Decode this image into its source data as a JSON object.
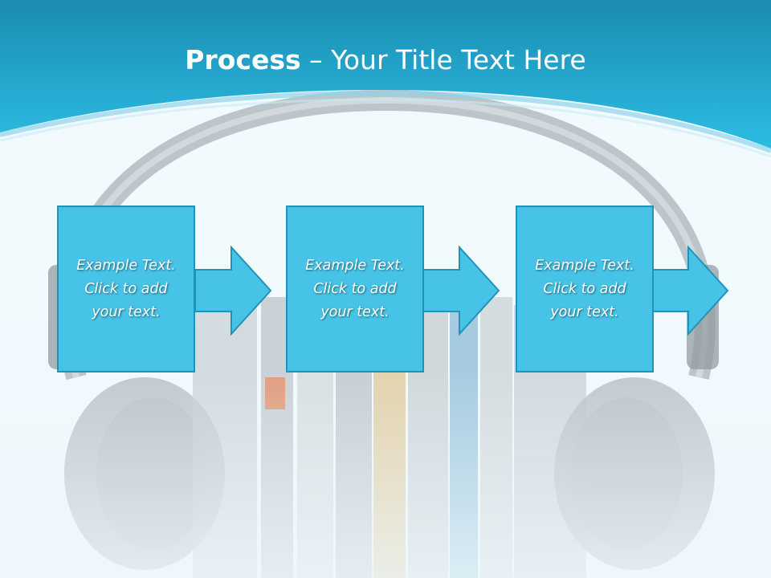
{
  "title": {
    "bold": "Process",
    "rest": " – Your Title Text Here"
  },
  "steps": [
    {
      "line1": "Example Text.",
      "line2": "Click  to add",
      "line3": "your text."
    },
    {
      "line1": "Example Text.",
      "line2": "Click  to add",
      "line3": "your text."
    },
    {
      "line1": "Example Text.",
      "line2": "Click  to add",
      "line3": "your text."
    }
  ],
  "colors": {
    "header": "#22aed3",
    "box": "#46c3e6",
    "border": "#1f94b8"
  },
  "icons": {
    "arrow": "right-arrow-icon"
  }
}
